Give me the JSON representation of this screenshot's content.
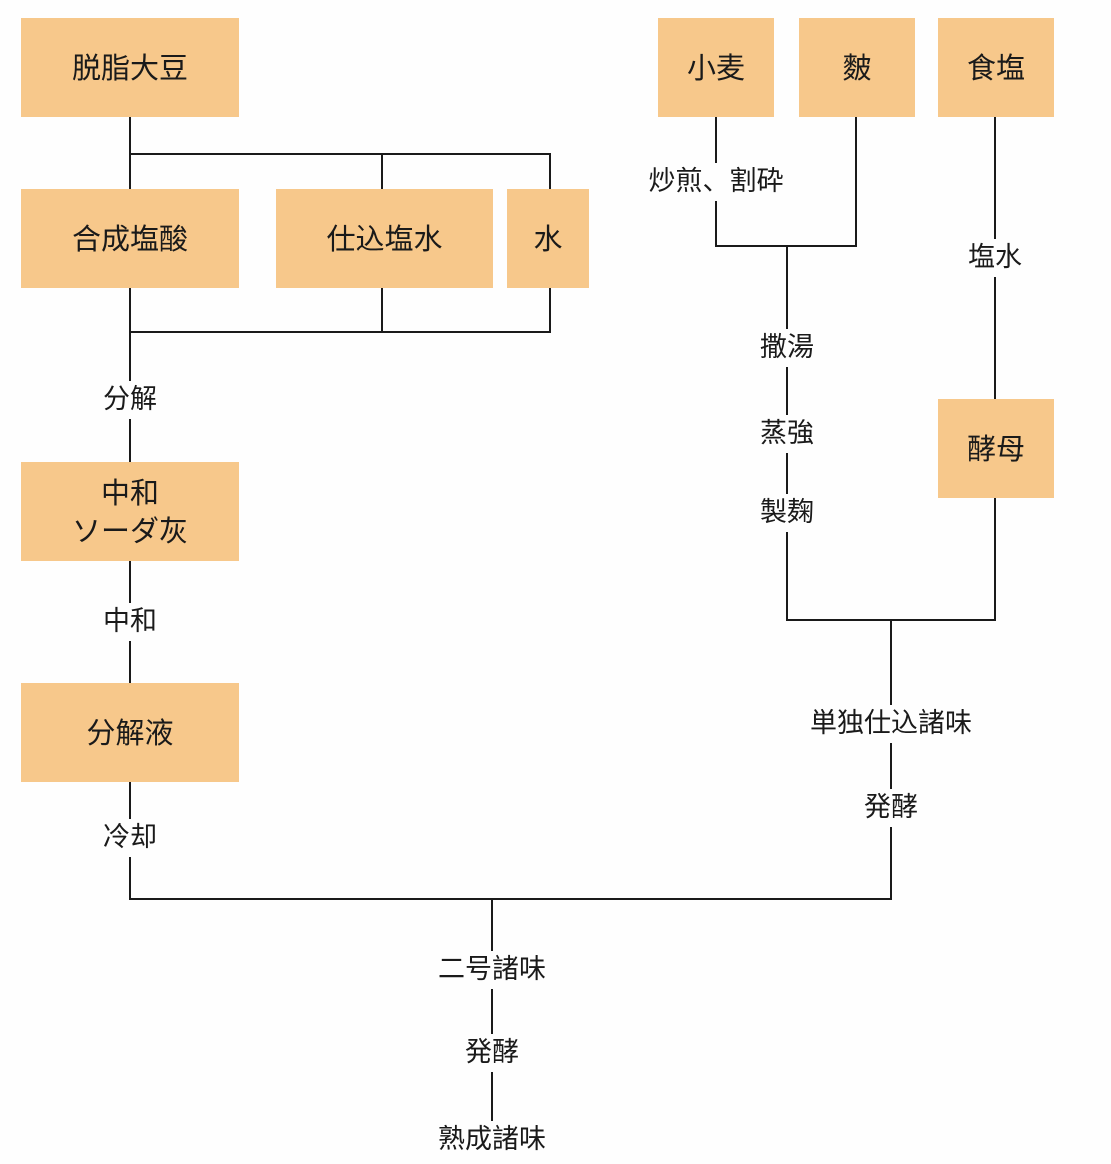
{
  "title": "醤油製造工程フロー図",
  "colors": {
    "box_fill": "#f7c88b",
    "line": "#1a1a1a",
    "text": "#1a1a1a",
    "background": "#fefefe"
  },
  "boxes": {
    "defatted_soybean": "脱脂大豆",
    "hydrochloric_acid": "合成塩酸",
    "brine": "仕込塩水",
    "water": "水",
    "neutralizer_line1": "中和",
    "neutralizer_line2": "ソーダ灰",
    "hydrolysate": "分解液",
    "wheat": "小麦",
    "bran": "麬",
    "salt": "食塩",
    "yeast": "酵母"
  },
  "labels": {
    "decomposition": "分解",
    "neutralization": "中和",
    "cooling": "冷却",
    "roast_crush": "炒煎、割砕",
    "sprinkle_water": "撒湯",
    "steaming": "蒸強",
    "koji_making": "製麹",
    "salt_water": "塩水",
    "single_moromi": "単独仕込諸味",
    "fermentation_right": "発酵",
    "second_moromi": "二号諸味",
    "fermentation_bottom": "発酵",
    "aged_moromi": "熟成諸味"
  }
}
